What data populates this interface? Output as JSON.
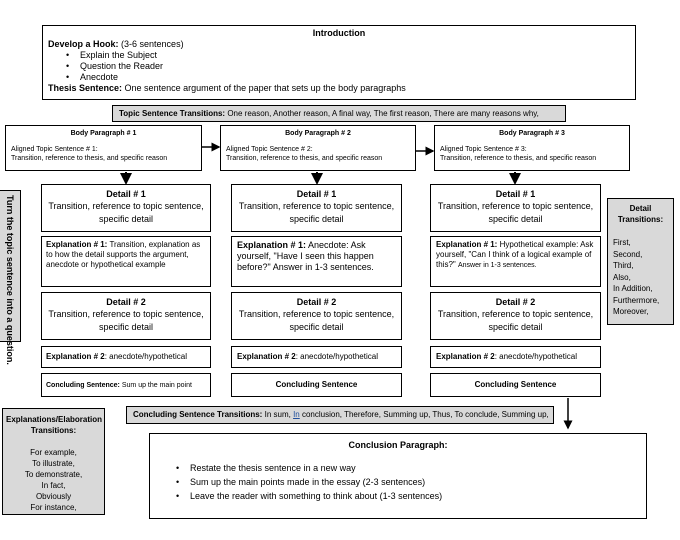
{
  "introduction": {
    "title": "Introduction",
    "hook_label": "Develop a Hook:",
    "hook_note": "(3-6 sentences)",
    "hook_items": [
      "Explain the Subject",
      "Question the Reader",
      "Anecdote"
    ],
    "thesis_label": "Thesis Sentence:",
    "thesis_text": "One sentence argument of the paper that sets up the body paragraphs"
  },
  "topic_transitions": {
    "label": "Topic Sentence Transitions:",
    "text": "One reason, Another reason, A final way, The first reason, There are many reasons why,"
  },
  "body_paragraphs": [
    {
      "title": "Body Paragraph # 1",
      "aligned_label": "Aligned Topic Sentence # 1:",
      "aligned_text": "Transition, reference to thesis, and specific reason",
      "detail1_title": "Detail # 1",
      "detail1_text": "Transition, reference to topic sentence, specific detail",
      "expl1_label": "Explanation # 1:",
      "expl1_text": "Transition, explanation as to how the detail supports the argument, anecdote or hypothetical example",
      "detail2_title": "Detail # 2",
      "detail2_text": "Transition, reference to topic sentence, specific detail",
      "expl2_label": "Explanation # 2",
      "expl2_text": ": anecdote/hypothetical",
      "concluding_label": "Concluding Sentence:",
      "concluding_text": "Sum up the main point"
    },
    {
      "title": "Body Paragraph # 2",
      "aligned_label": "Aligned Topic Sentence # 2:",
      "aligned_text": "Transition, reference to thesis, and specific reason",
      "detail1_title": "Detail # 1",
      "detail1_text": "Transition, reference to topic sentence, specific detail",
      "expl1_label": "Explanation # 1:",
      "expl1_text": "Anecdote: Ask yourself, \"Have I seen this happen before?\" Answer in 1-3 sentences.",
      "detail2_title": "Detail # 2",
      "detail2_text": "Transition, reference to topic sentence, specific detail",
      "expl2_label": "Explanation # 2",
      "expl2_text": ": anecdote/hypothetical",
      "concluding_label": "Concluding Sentence",
      "concluding_text": ""
    },
    {
      "title": "Body Paragraph # 3",
      "aligned_label": "Aligned Topic Sentence # 3:",
      "aligned_text": "Transition, reference to thesis, and specific reason",
      "detail1_title": "Detail # 1",
      "detail1_text": "Transition, reference to topic sentence, specific detail",
      "expl1_label": "Explanation # 1:",
      "expl1_text": "Hypothetical example: Ask yourself, \"Can I think of a logical example of this?\"",
      "expl1_small": "Answer in 1-3 sentences.",
      "detail2_title": "Detail # 2",
      "detail2_text": "Transition, reference to topic sentence, specific detail",
      "expl2_label": "Explanation # 2",
      "expl2_text": ": anecdote/hypothetical",
      "concluding_label": "Concluding Sentence",
      "concluding_text": ""
    }
  ],
  "detail_transitions": {
    "title": "Detail Transitions:",
    "items": [
      "First,",
      "Second,",
      "Third,",
      "Also,",
      "In Addition,",
      "Furthermore,",
      "Moreover,"
    ]
  },
  "side_note": "Turn the topic sentence into a question.",
  "elaboration": {
    "title": "Explanations/Elaboration Transitions:",
    "items": [
      "For example,",
      "To illustrate,",
      "To demonstrate,",
      "In fact,",
      "Obviously",
      "For instance,"
    ]
  },
  "concluding_transitions": {
    "label": "Concluding Sentence Transitions:",
    "text_before": "In sum,",
    "link_word": "In",
    "text_after": "conclusion, Therefore, Summing up, Thus, To conclude, Summing up,"
  },
  "conclusion": {
    "title": "Conclusion Paragraph:",
    "items": [
      "Restate the thesis sentence in a new way",
      "Sum up the main points made in the essay (2-3 sentences)",
      "Leave the reader with something to think about (1-3 sentences)"
    ]
  }
}
